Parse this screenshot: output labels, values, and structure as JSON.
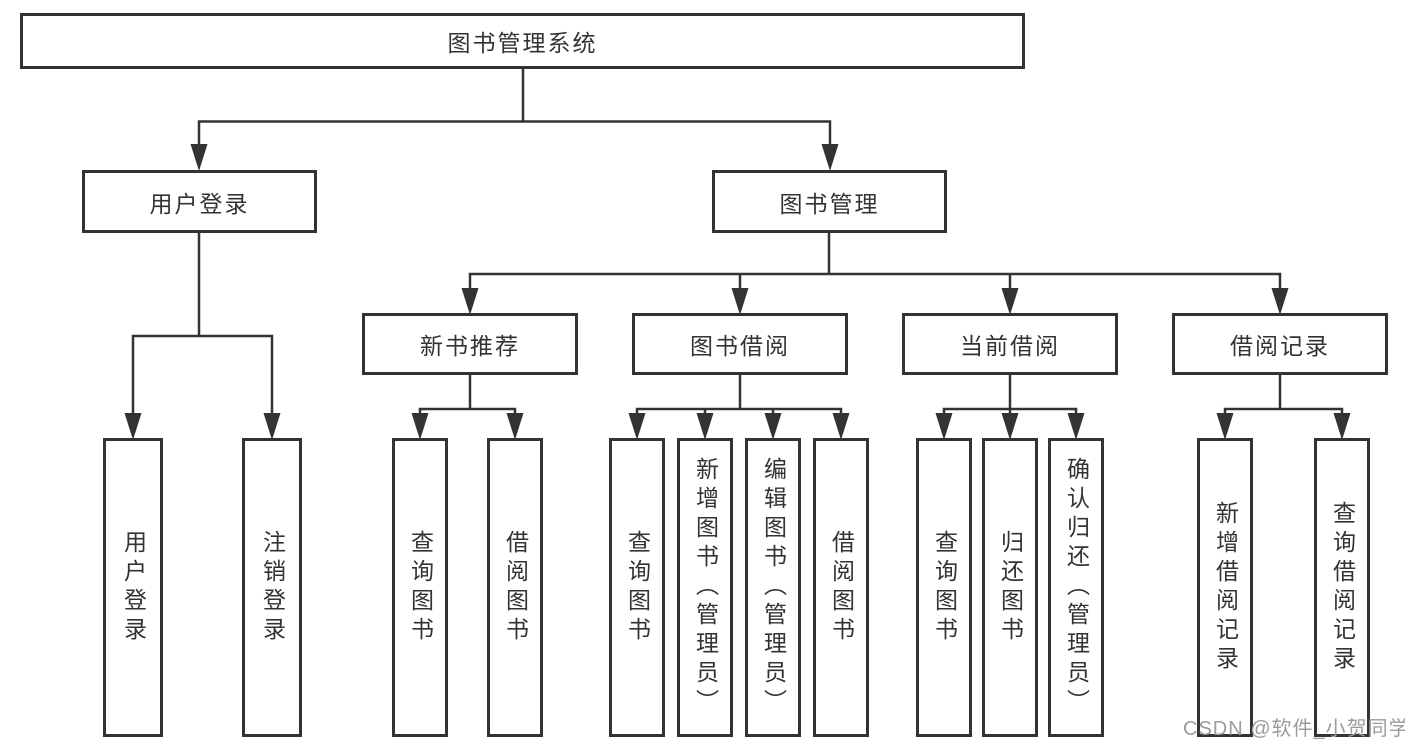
{
  "diagram": {
    "title": "图书管理系统",
    "level2": {
      "userLogin": "用户登录",
      "bookManagement": "图书管理"
    },
    "level3": {
      "newBookRecommend": "新书推荐",
      "bookBorrowing": "图书借阅",
      "currentBorrowing": "当前借阅",
      "borrowingRecords": "借阅记录"
    },
    "leaves": {
      "userLogin": "用户登录",
      "logout": "注销登录",
      "queryBooksRec": "查询图书",
      "borrowBooksRec": "借阅图书",
      "queryBooksBorrow": "查询图书",
      "addBooksAdmin": "新增图书（管理员）",
      "editBooksAdmin": "编辑图书（管理员）",
      "borrowBooksBorrow": "借阅图书",
      "queryBooksCurrent": "查询图书",
      "returnBooks": "归还图书",
      "confirmReturnAdmin": "确认归还（管理员）",
      "addBorrowRecord": "新增借阅记录",
      "queryBorrowRecord": "查询借阅记录"
    }
  },
  "watermark": "CSDN @软件_小贺同学",
  "colors": {
    "line": "#333333",
    "text": "#333333",
    "watermark": "#9b9b9b",
    "background": "#ffffff"
  }
}
